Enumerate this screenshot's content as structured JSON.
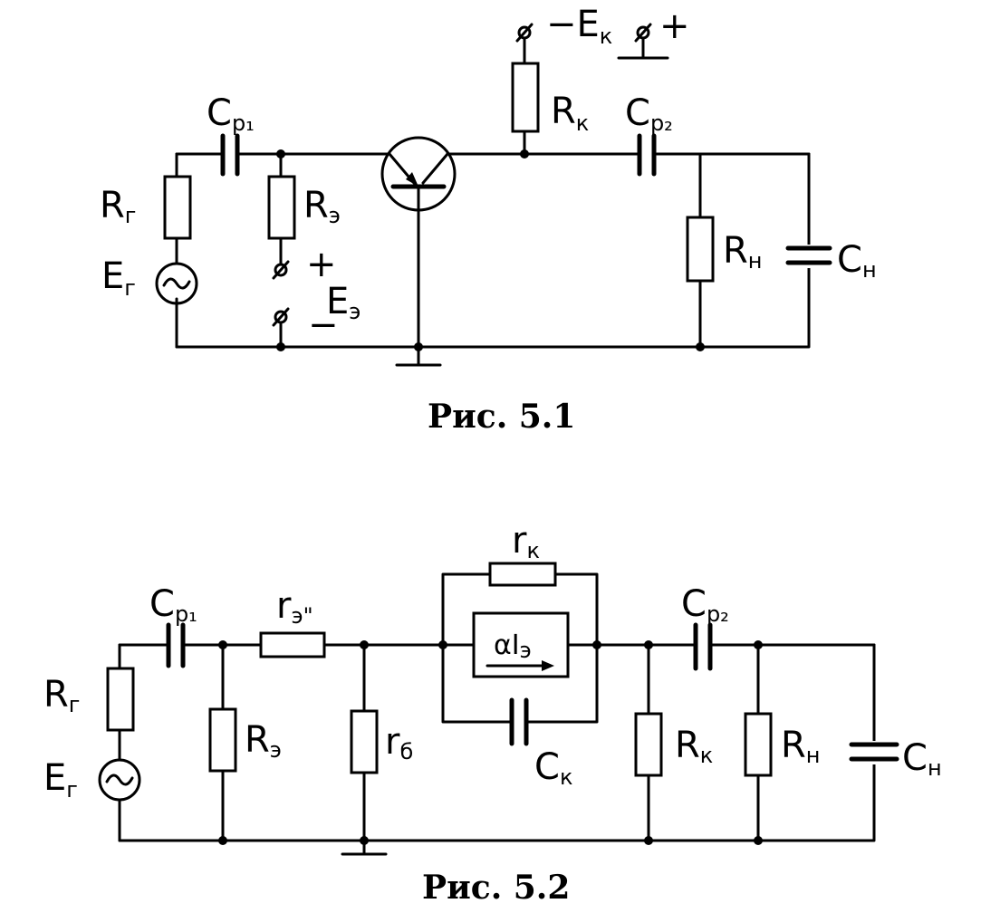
{
  "fig1": {
    "caption": "Рис. 5.1",
    "ek_label": "−E",
    "ek_sub": "к",
    "ek_plus": "+",
    "rk_label": "R",
    "rk_sub": "к",
    "cp1_label": "C",
    "cp1_sub": "p₁",
    "cp2_label": "C",
    "cp2_sub": "p₂",
    "rg_label": "R",
    "rg_sub": "г",
    "re_label": "R",
    "re_sub": "э",
    "eg_label": "E",
    "eg_sub": "г",
    "ee_plus": "+",
    "ee_label": "E",
    "ee_sub": "э",
    "ee_minus": "−",
    "rn_label": "R",
    "rn_sub": "н",
    "cn_label": "C",
    "cn_sub": "н"
  },
  "fig2": {
    "caption": "Рис. 5.2",
    "cp1_label": "C",
    "cp1_sub": "p₁",
    "re2_label": "r",
    "re2_sub": "э\"",
    "rk_small_label": "r",
    "rk_small_sub": "к",
    "source_label": "αI",
    "source_sub": "э",
    "cp2_label": "C",
    "cp2_sub": "p₂",
    "rg_label": "R",
    "rg_sub": "г",
    "re_label": "R",
    "re_sub": "э",
    "rb_label": "r",
    "rb_sub": "б",
    "ck_label": "C",
    "ck_sub": "к",
    "rk_label": "R",
    "rk_sub": "к",
    "rn_label": "R",
    "rn_sub": "н",
    "cn_label": "C",
    "cn_sub": "н",
    "eg_label": "E",
    "eg_sub": "г"
  }
}
